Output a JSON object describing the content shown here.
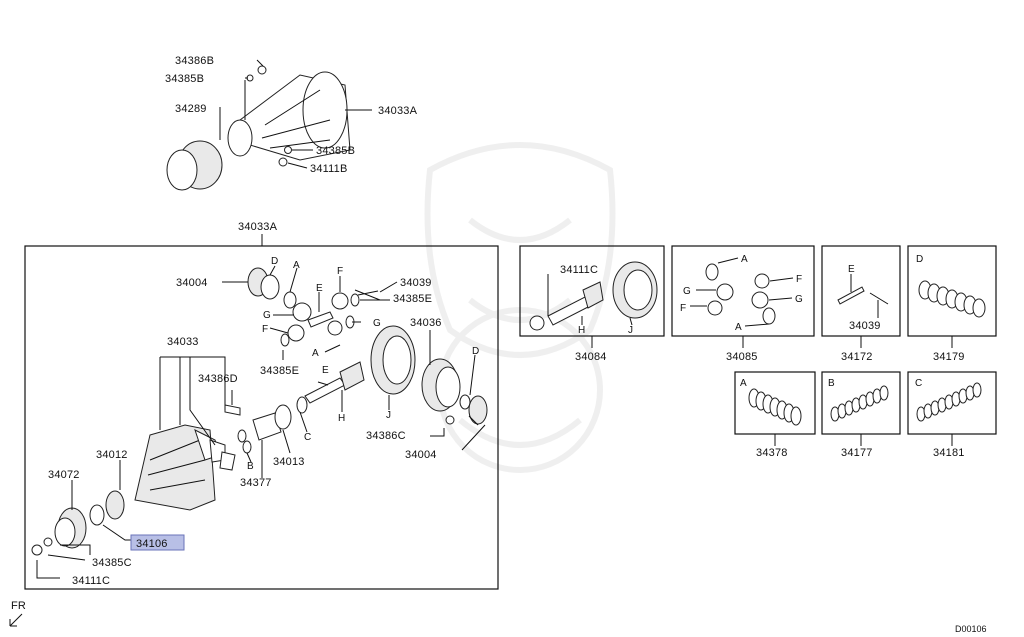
{
  "diagram_code": "D00106",
  "fr_label": "FR",
  "top_assembly": {
    "label": "34033A",
    "parts": [
      "34386B",
      "34385B",
      "34289",
      "34033A",
      "34385B",
      "34111B"
    ]
  },
  "main_box": {
    "label": "34033A",
    "parts": {
      "p34004a": "34004",
      "p34039": "34039",
      "p34385e": "34385E",
      "p34036": "34036",
      "p34033": "34033",
      "p34386d": "34386D",
      "p34385e2": "34385E",
      "p34012": "34012",
      "p34072": "34072",
      "p34013": "34013",
      "p34377": "34377",
      "p34386c": "34386C",
      "p34004b": "34004",
      "p34106": "34106",
      "p34385c": "34385C",
      "p34111c": "34111C"
    },
    "letters": {
      "d1": "D",
      "a1": "A",
      "f1": "F",
      "e1": "E",
      "g1": "G",
      "f2": "F",
      "g2": "G",
      "a2": "A",
      "e2": "E",
      "h1": "H",
      "j1": "J",
      "d2": "D",
      "b1": "B",
      "c1": "C"
    }
  },
  "kits": {
    "k34084": {
      "part": "34084",
      "sub": "34111C",
      "letters": [
        "H",
        "J"
      ]
    },
    "k34085": {
      "part": "34085",
      "letters": [
        "A",
        "G",
        "F",
        "F",
        "G",
        "A"
      ]
    },
    "k34172": {
      "part": "34172",
      "sub": "34039",
      "letter": "E"
    },
    "k34179": {
      "part": "34179",
      "letter": "D"
    },
    "k34378": {
      "part": "34378",
      "letter": "A"
    },
    "k34177": {
      "part": "34177",
      "letter": "B"
    },
    "k34181": {
      "part": "34181",
      "letter": "C"
    }
  },
  "highlight_part": "34106"
}
